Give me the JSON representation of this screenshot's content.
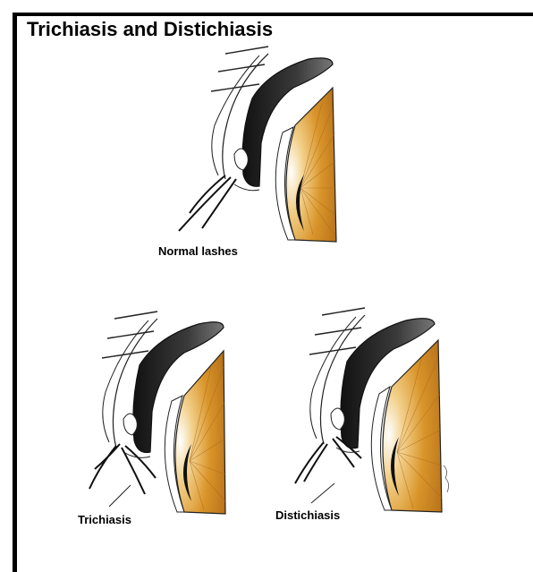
{
  "title": "Trichiasis and Distichiasis",
  "labels": {
    "normal": "Normal lashes",
    "trichiasis": "Trichiasis",
    "distichiasis": "Distichiasis"
  },
  "colors": {
    "iris_orange": "#d9952a",
    "iris_light": "#f2d08a",
    "tarsus_dark": "#2a2a2a",
    "line": "#222222"
  }
}
